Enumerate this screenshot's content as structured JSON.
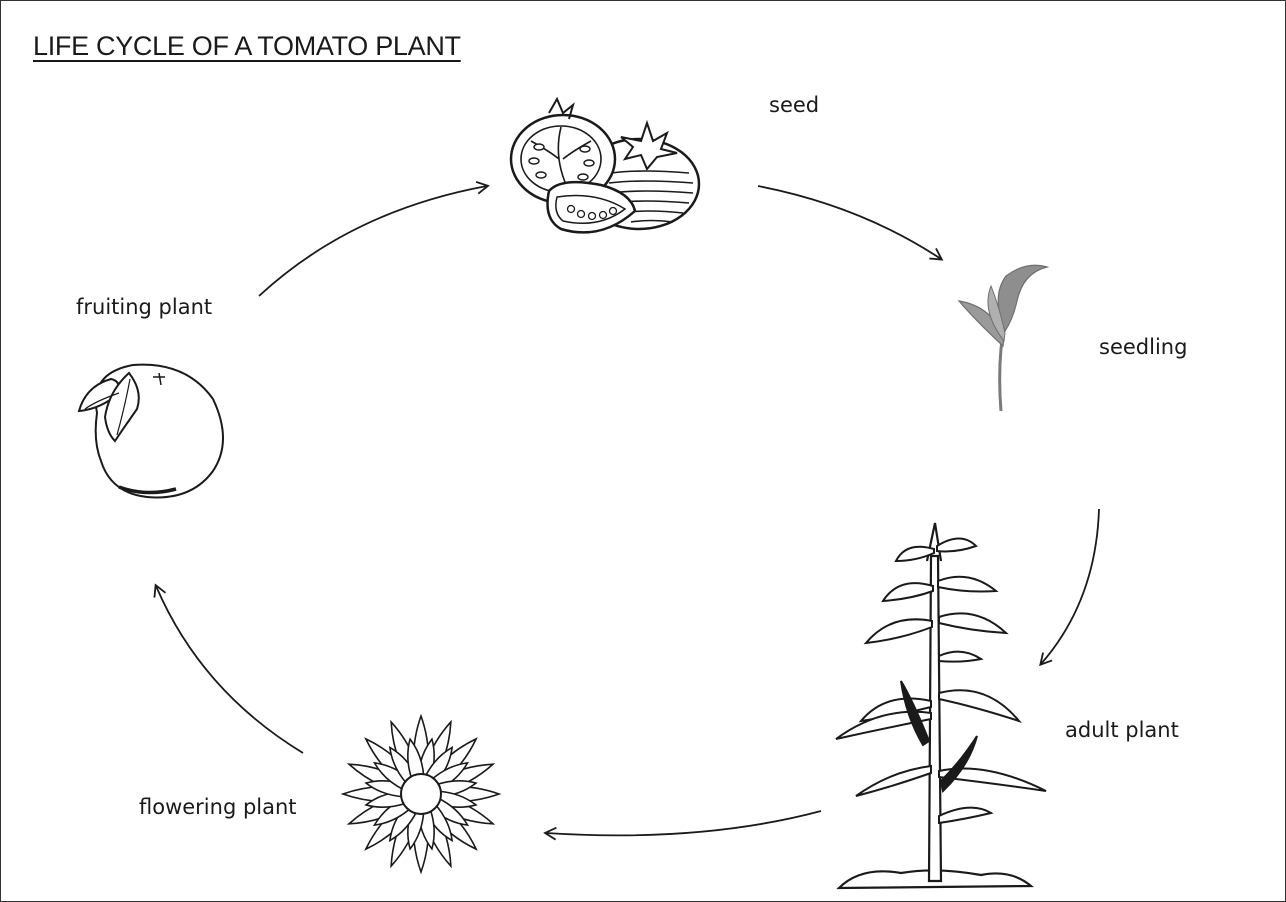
{
  "diagram": {
    "title": "LIFE CYCLE OF A TOMATO PLANT",
    "stages": [
      {
        "label": "seed",
        "icon": "tomato-slices-icon"
      },
      {
        "label": "seedling",
        "icon": "seedling-sprout-icon"
      },
      {
        "label": "adult plant",
        "icon": "adult-plant-icon"
      },
      {
        "label": "flowering plant",
        "icon": "flower-icon"
      },
      {
        "label": "fruiting plant",
        "icon": "tomato-fruit-icon"
      }
    ],
    "arrows": [
      {
        "from": "seed",
        "to": "seedling"
      },
      {
        "from": "seedling",
        "to": "adult plant"
      },
      {
        "from": "adult plant",
        "to": "flowering plant"
      },
      {
        "from": "flowering plant",
        "to": "fruiting plant"
      },
      {
        "from": "fruiting plant",
        "to": "seed"
      }
    ],
    "colors": {
      "line": "#1a1a1a",
      "seedling_fill": "#9a9a9a",
      "background": "#ffffff"
    }
  }
}
